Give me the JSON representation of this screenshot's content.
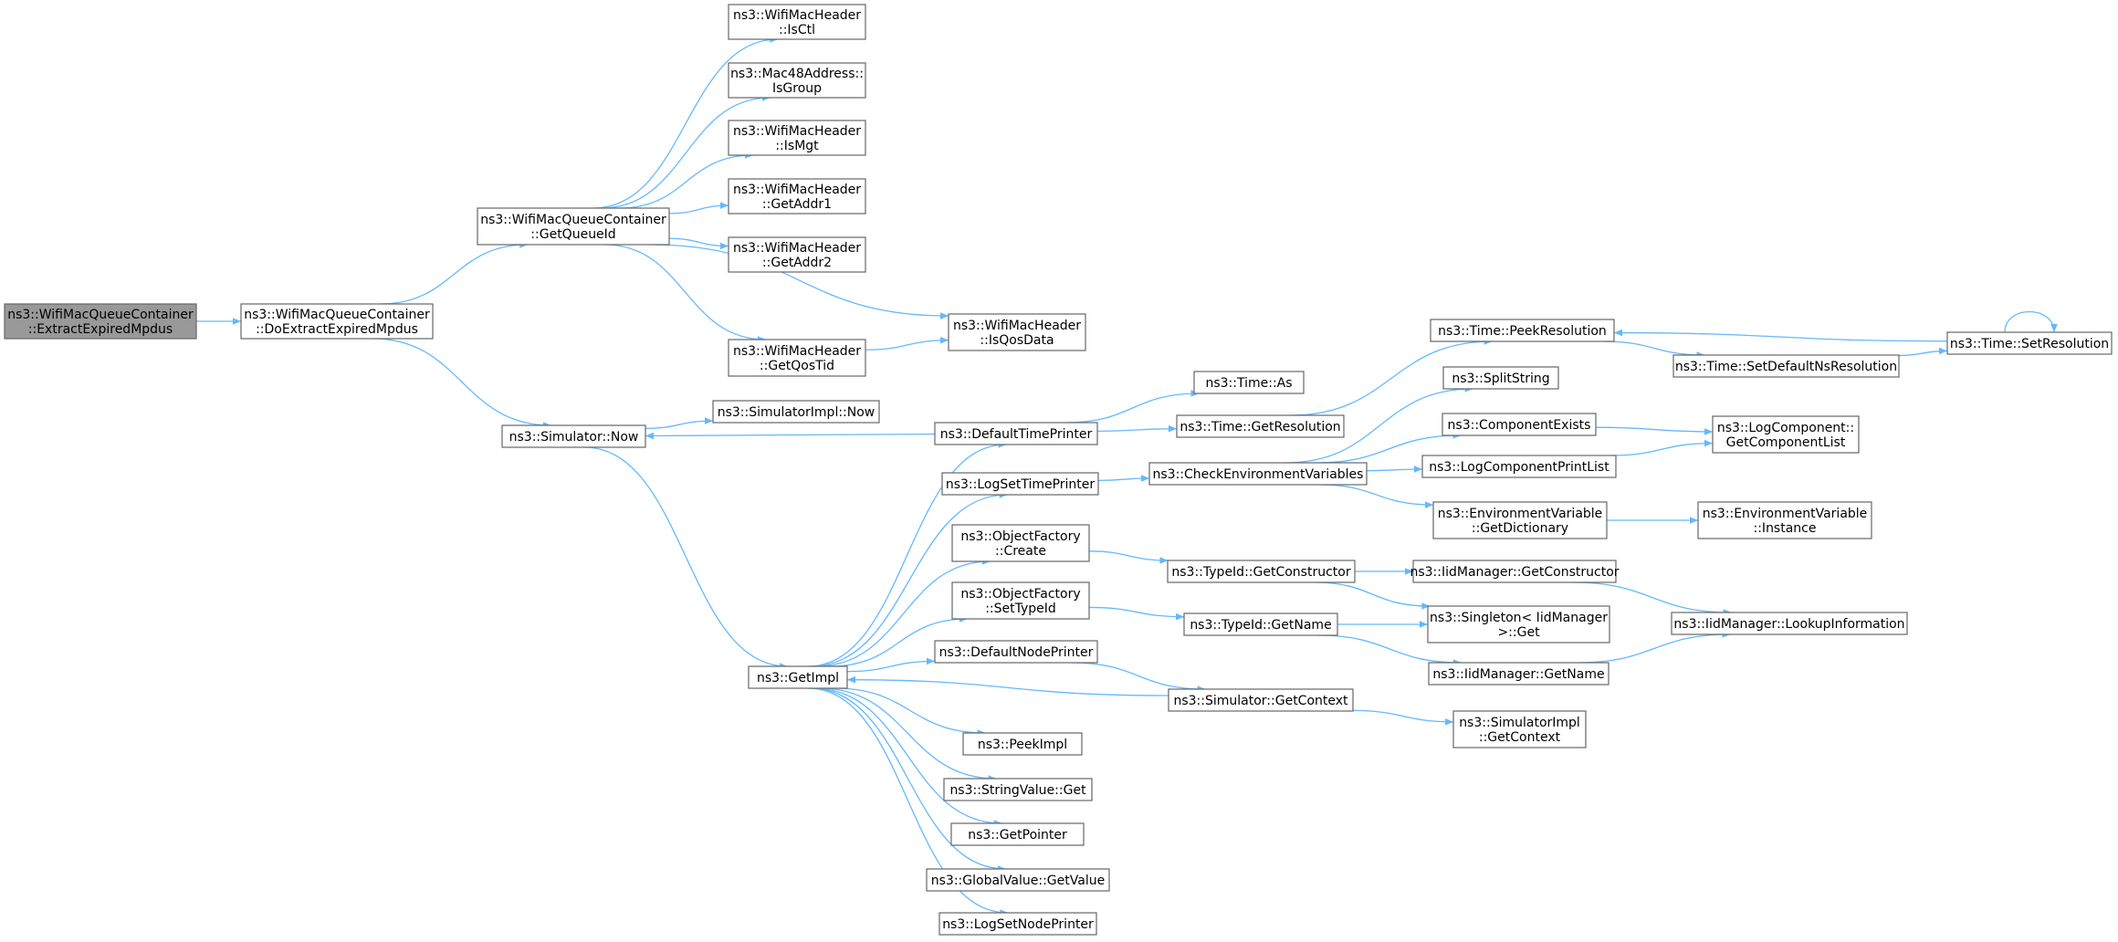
{
  "diagram": {
    "colors": {
      "edge": "#63b8ff",
      "box_border": "#666666",
      "box_fill": "#ffffff",
      "root_fill": "#999999",
      "text": "#000000"
    },
    "nodes": [
      {
        "id": "n0",
        "lines": [
          "ns3::WifiMacQueueContainer",
          "::ExtractExpiredMpdus"
        ],
        "root": true
      },
      {
        "id": "n1",
        "lines": [
          "ns3::WifiMacQueueContainer",
          "::DoExtractExpiredMpdus"
        ]
      },
      {
        "id": "n2",
        "lines": [
          "ns3::WifiMacQueueContainer",
          "::GetQueueId"
        ]
      },
      {
        "id": "n3",
        "lines": [
          "ns3::Simulator::Now"
        ]
      },
      {
        "id": "n4",
        "lines": [
          "ns3::WifiMacHeader",
          "::IsCtl"
        ]
      },
      {
        "id": "n5",
        "lines": [
          "ns3::Mac48Address::",
          "IsGroup"
        ]
      },
      {
        "id": "n6",
        "lines": [
          "ns3::WifiMacHeader",
          "::IsMgt"
        ]
      },
      {
        "id": "n7",
        "lines": [
          "ns3::WifiMacHeader",
          "::GetAddr1"
        ]
      },
      {
        "id": "n8",
        "lines": [
          "ns3::WifiMacHeader",
          "::GetAddr2"
        ]
      },
      {
        "id": "n9",
        "lines": [
          "ns3::WifiMacHeader",
          "::GetQosTid"
        ]
      },
      {
        "id": "n10",
        "lines": [
          "ns3::WifiMacHeader",
          "::IsQosData"
        ]
      },
      {
        "id": "n11",
        "lines": [
          "ns3::SimulatorImpl::Now"
        ]
      },
      {
        "id": "n12",
        "lines": [
          "ns3::GetImpl"
        ]
      },
      {
        "id": "n13",
        "lines": [
          "ns3::DefaultTimePrinter"
        ]
      },
      {
        "id": "n14",
        "lines": [
          "ns3::LogSetTimePrinter"
        ]
      },
      {
        "id": "n15",
        "lines": [
          "ns3::ObjectFactory",
          "::Create"
        ]
      },
      {
        "id": "n16",
        "lines": [
          "ns3::ObjectFactory",
          "::SetTypeId"
        ]
      },
      {
        "id": "n17",
        "lines": [
          "ns3::DefaultNodePrinter"
        ]
      },
      {
        "id": "n18",
        "lines": [
          "ns3::PeekImpl"
        ]
      },
      {
        "id": "n19",
        "lines": [
          "ns3::StringValue::Get"
        ]
      },
      {
        "id": "n20",
        "lines": [
          "ns3::GetPointer"
        ]
      },
      {
        "id": "n21",
        "lines": [
          "ns3::GlobalValue::GetValue"
        ]
      },
      {
        "id": "n22",
        "lines": [
          "ns3::LogSetNodePrinter"
        ]
      },
      {
        "id": "n23",
        "lines": [
          "ns3::Time::As"
        ]
      },
      {
        "id": "n24",
        "lines": [
          "ns3::Time::GetResolution"
        ]
      },
      {
        "id": "n25",
        "lines": [
          "ns3::CheckEnvironmentVariables"
        ]
      },
      {
        "id": "n26",
        "lines": [
          "ns3::TypeId::GetConstructor"
        ]
      },
      {
        "id": "n27",
        "lines": [
          "ns3::TypeId::GetName"
        ]
      },
      {
        "id": "n28",
        "lines": [
          "ns3::Simulator::GetContext"
        ]
      },
      {
        "id": "n29",
        "lines": [
          "ns3::Time::PeekResolution"
        ]
      },
      {
        "id": "n30",
        "lines": [
          "ns3::Time::SetDefaultNsResolution"
        ]
      },
      {
        "id": "n31",
        "lines": [
          "ns3::Time::SetResolution"
        ]
      },
      {
        "id": "n32",
        "lines": [
          "ns3::SplitString"
        ]
      },
      {
        "id": "n33",
        "lines": [
          "ns3::ComponentExists"
        ]
      },
      {
        "id": "n34",
        "lines": [
          "ns3::LogComponentPrintList"
        ]
      },
      {
        "id": "n35",
        "lines": [
          "ns3::LogComponent::",
          "GetComponentList"
        ]
      },
      {
        "id": "n36",
        "lines": [
          "ns3::EnvironmentVariable",
          "::GetDictionary"
        ]
      },
      {
        "id": "n37",
        "lines": [
          "ns3::EnvironmentVariable",
          "::Instance"
        ]
      },
      {
        "id": "n38",
        "lines": [
          "ns3::IidManager::GetConstructor"
        ]
      },
      {
        "id": "n39",
        "lines": [
          "ns3::Singleton< IidManager",
          ">::Get"
        ]
      },
      {
        "id": "n40",
        "lines": [
          "ns3::IidManager::GetName"
        ]
      },
      {
        "id": "n41",
        "lines": [
          "ns3::IidManager::LookupInformation"
        ]
      },
      {
        "id": "n42",
        "lines": [
          "ns3::SimulatorImpl",
          "::GetContext"
        ]
      }
    ],
    "edges": [
      [
        "n0",
        "n1"
      ],
      [
        "n1",
        "n2"
      ],
      [
        "n1",
        "n3"
      ],
      [
        "n2",
        "n4"
      ],
      [
        "n2",
        "n5"
      ],
      [
        "n2",
        "n6"
      ],
      [
        "n2",
        "n7"
      ],
      [
        "n2",
        "n8"
      ],
      [
        "n2",
        "n9"
      ],
      [
        "n2",
        "n10"
      ],
      [
        "n9",
        "n10"
      ],
      [
        "n3",
        "n11"
      ],
      [
        "n3",
        "n12"
      ],
      [
        "n12",
        "n13"
      ],
      [
        "n12",
        "n14"
      ],
      [
        "n12",
        "n15"
      ],
      [
        "n12",
        "n16"
      ],
      [
        "n12",
        "n17"
      ],
      [
        "n12",
        "n18"
      ],
      [
        "n12",
        "n19"
      ],
      [
        "n12",
        "n20"
      ],
      [
        "n12",
        "n21"
      ],
      [
        "n12",
        "n22"
      ],
      [
        "n13",
        "n3"
      ],
      [
        "n13",
        "n23"
      ],
      [
        "n13",
        "n24"
      ],
      [
        "n24",
        "n29"
      ],
      [
        "n29",
        "n30"
      ],
      [
        "n30",
        "n31"
      ],
      [
        "n31",
        "n29"
      ],
      [
        "n31",
        "n31"
      ],
      [
        "n14",
        "n25"
      ],
      [
        "n25",
        "n32"
      ],
      [
        "n25",
        "n33"
      ],
      [
        "n25",
        "n34"
      ],
      [
        "n25",
        "n36"
      ],
      [
        "n33",
        "n35"
      ],
      [
        "n34",
        "n35"
      ],
      [
        "n36",
        "n37"
      ],
      [
        "n15",
        "n26"
      ],
      [
        "n26",
        "n38"
      ],
      [
        "n26",
        "n39"
      ],
      [
        "n38",
        "n41"
      ],
      [
        "n16",
        "n27"
      ],
      [
        "n27",
        "n39"
      ],
      [
        "n27",
        "n40"
      ],
      [
        "n40",
        "n41"
      ],
      [
        "n17",
        "n28"
      ],
      [
        "n28",
        "n12"
      ],
      [
        "n28",
        "n42"
      ]
    ]
  }
}
